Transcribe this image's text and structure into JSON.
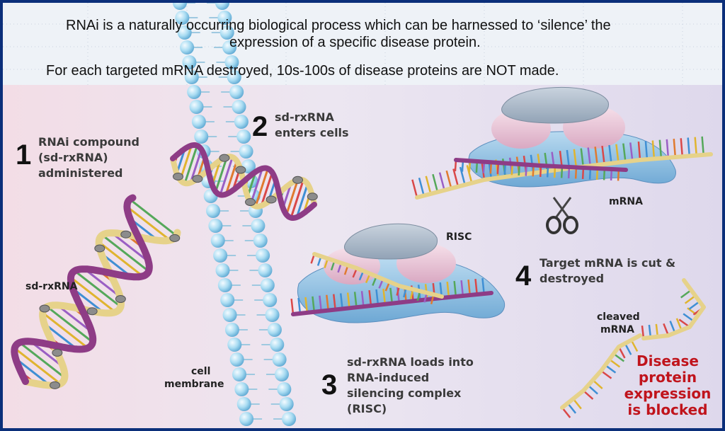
{
  "header": {
    "line1": "RNAi is a naturally occurring biological process which can be harnessed to ‘silence’ the",
    "line2": "expression of a specific disease protein.",
    "line3": "For each targeted mRNA destroyed, 10s-100s of disease proteins are NOT made."
  },
  "steps": [
    {
      "number": "1",
      "lines": [
        "RNAi compound",
        "(sd-rxRNA)",
        "administered"
      ]
    },
    {
      "number": "2",
      "lines": [
        "sd-rxRNA",
        "enters cells"
      ]
    },
    {
      "number": "3",
      "lines": [
        "sd-rxRNA loads into",
        "RNA-induced",
        "silencing complex",
        "(RISC)"
      ]
    },
    {
      "number": "4",
      "lines": [
        "Target mRNA is cut &",
        "destroyed"
      ]
    }
  ],
  "labels": {
    "sd_rxrna": "sd-rxRNA",
    "cell_membrane": [
      "cell",
      "membrane"
    ],
    "risc": "RISC",
    "mrna": "mRNA",
    "cleaved_mrna": [
      "cleaved",
      "mRNA"
    ]
  },
  "outcome": [
    "Disease",
    "protein",
    "expression",
    "is blocked"
  ],
  "colors": {
    "frame": "#0b2f7a",
    "outcome_text": "#c0141c",
    "membrane": "#a9dcf2",
    "risc_body": "#8ec1e3",
    "risc_top": "#aab8c8",
    "risc_pink": "#e9c9d8",
    "strand_gold": "#e6d28a",
    "strand_purple": "#8e3c86"
  }
}
